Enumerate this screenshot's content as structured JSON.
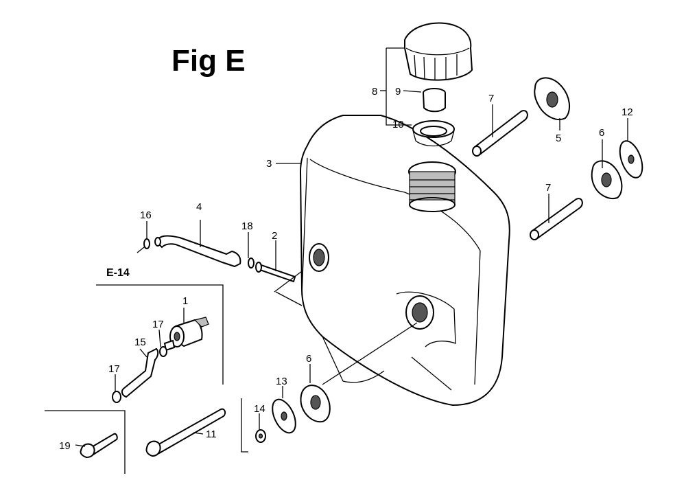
{
  "figure": {
    "title": "Fig E",
    "reference": "E-14",
    "callouts": [
      "1",
      "2",
      "3",
      "4",
      "5",
      "6",
      "6",
      "7",
      "7",
      "8",
      "9",
      "10",
      "11",
      "12",
      "13",
      "14",
      "15",
      "16",
      "17",
      "17",
      "18",
      "19"
    ]
  }
}
